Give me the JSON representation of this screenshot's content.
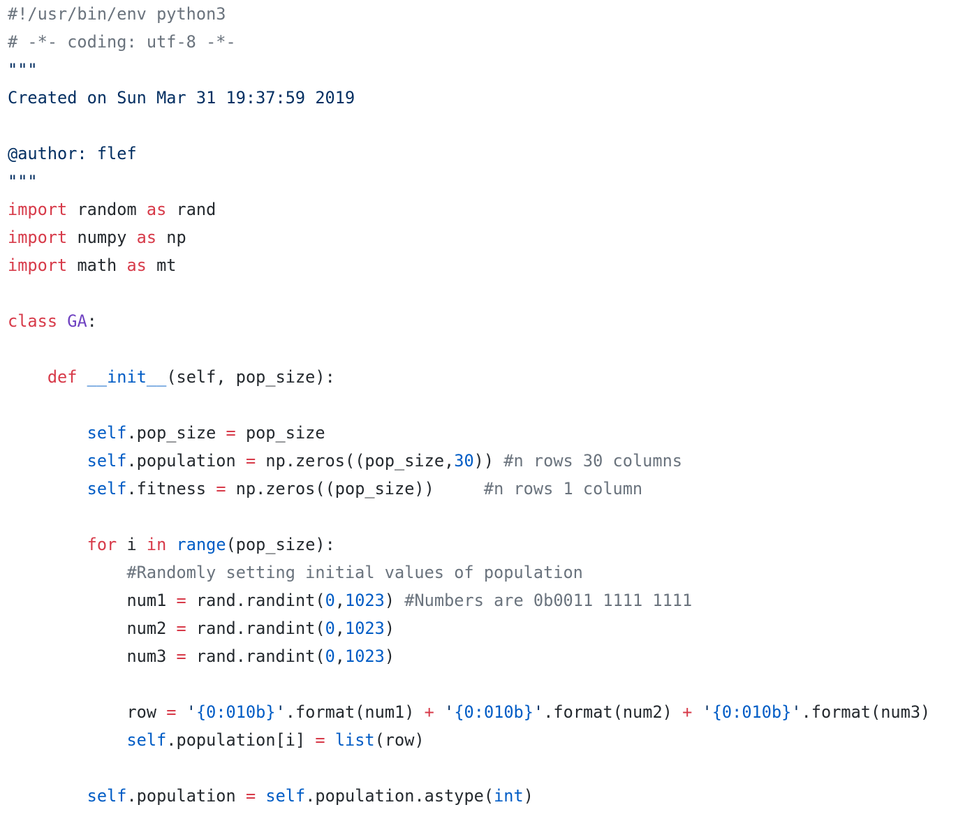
{
  "editor": {
    "colors": {
      "comment": "#6a737d",
      "keyword": "#d73a49",
      "string": "#032f62",
      "constant": "#005cc5",
      "entity": "#6f42c1",
      "text": "#24292e",
      "background": "#ffffff"
    },
    "lines": [
      [
        {
          "c": "c",
          "t": "#!/usr/bin/env python3"
        }
      ],
      [
        {
          "c": "c",
          "t": "# -*- coding: utf-8 -*-"
        }
      ],
      [
        {
          "c": "s",
          "t": "\"\"\""
        }
      ],
      [
        {
          "c": "s",
          "t": "Created on Sun Mar 31 19:37:59 2019"
        }
      ],
      [],
      [
        {
          "c": "s",
          "t": "@author: flef"
        }
      ],
      [
        {
          "c": "s",
          "t": "\"\"\""
        }
      ],
      [
        {
          "c": "k",
          "t": "import"
        },
        {
          "c": "t",
          "t": " random "
        },
        {
          "c": "k",
          "t": "as"
        },
        {
          "c": "t",
          "t": " rand"
        }
      ],
      [
        {
          "c": "k",
          "t": "import"
        },
        {
          "c": "t",
          "t": " numpy "
        },
        {
          "c": "k",
          "t": "as"
        },
        {
          "c": "t",
          "t": " np"
        }
      ],
      [
        {
          "c": "k",
          "t": "import"
        },
        {
          "c": "t",
          "t": " math "
        },
        {
          "c": "k",
          "t": "as"
        },
        {
          "c": "t",
          "t": " mt"
        }
      ],
      [],
      [
        {
          "c": "k",
          "t": "class"
        },
        {
          "c": "t",
          "t": " "
        },
        {
          "c": "e",
          "t": "GA"
        },
        {
          "c": "t",
          "t": ":"
        }
      ],
      [],
      [
        {
          "c": "t",
          "t": "    "
        },
        {
          "c": "k",
          "t": "def"
        },
        {
          "c": "t",
          "t": " "
        },
        {
          "c": "n",
          "t": "__init__"
        },
        {
          "c": "t",
          "t": "(self, pop_size):"
        }
      ],
      [],
      [
        {
          "c": "t",
          "t": "        "
        },
        {
          "c": "n",
          "t": "self"
        },
        {
          "c": "t",
          "t": ".pop_size "
        },
        {
          "c": "k",
          "t": "="
        },
        {
          "c": "t",
          "t": " pop_size"
        }
      ],
      [
        {
          "c": "t",
          "t": "        "
        },
        {
          "c": "n",
          "t": "self"
        },
        {
          "c": "t",
          "t": ".population "
        },
        {
          "c": "k",
          "t": "="
        },
        {
          "c": "t",
          "t": " np.zeros((pop_size,"
        },
        {
          "c": "n",
          "t": "30"
        },
        {
          "c": "t",
          "t": ")) "
        },
        {
          "c": "c",
          "t": "#n rows 30 columns"
        }
      ],
      [
        {
          "c": "t",
          "t": "        "
        },
        {
          "c": "n",
          "t": "self"
        },
        {
          "c": "t",
          "t": ".fitness "
        },
        {
          "c": "k",
          "t": "="
        },
        {
          "c": "t",
          "t": " np.zeros((pop_size))     "
        },
        {
          "c": "c",
          "t": "#n rows 1 column"
        }
      ],
      [],
      [
        {
          "c": "t",
          "t": "        "
        },
        {
          "c": "k",
          "t": "for"
        },
        {
          "c": "t",
          "t": " i "
        },
        {
          "c": "k",
          "t": "in"
        },
        {
          "c": "t",
          "t": " "
        },
        {
          "c": "n",
          "t": "range"
        },
        {
          "c": "t",
          "t": "(pop_size):"
        }
      ],
      [
        {
          "c": "t",
          "t": "            "
        },
        {
          "c": "c",
          "t": "#Randomly setting initial values of population"
        }
      ],
      [
        {
          "c": "t",
          "t": "            num1 "
        },
        {
          "c": "k",
          "t": "="
        },
        {
          "c": "t",
          "t": " rand.randint("
        },
        {
          "c": "n",
          "t": "0"
        },
        {
          "c": "t",
          "t": ","
        },
        {
          "c": "n",
          "t": "1023"
        },
        {
          "c": "t",
          "t": ") "
        },
        {
          "c": "c",
          "t": "#Numbers are 0b0011 1111 1111"
        }
      ],
      [
        {
          "c": "t",
          "t": "            num2 "
        },
        {
          "c": "k",
          "t": "="
        },
        {
          "c": "t",
          "t": " rand.randint("
        },
        {
          "c": "n",
          "t": "0"
        },
        {
          "c": "t",
          "t": ","
        },
        {
          "c": "n",
          "t": "1023"
        },
        {
          "c": "t",
          "t": ")"
        }
      ],
      [
        {
          "c": "t",
          "t": "            num3 "
        },
        {
          "c": "k",
          "t": "="
        },
        {
          "c": "t",
          "t": " rand.randint("
        },
        {
          "c": "n",
          "t": "0"
        },
        {
          "c": "t",
          "t": ","
        },
        {
          "c": "n",
          "t": "1023"
        },
        {
          "c": "t",
          "t": ")"
        }
      ],
      [],
      [
        {
          "c": "t",
          "t": "            row "
        },
        {
          "c": "k",
          "t": "="
        },
        {
          "c": "t",
          "t": " "
        },
        {
          "c": "s",
          "t": "'"
        },
        {
          "c": "n",
          "t": "{0:010b}"
        },
        {
          "c": "s",
          "t": "'"
        },
        {
          "c": "t",
          "t": ".format(num1) "
        },
        {
          "c": "k",
          "t": "+"
        },
        {
          "c": "t",
          "t": " "
        },
        {
          "c": "s",
          "t": "'"
        },
        {
          "c": "n",
          "t": "{0:010b}"
        },
        {
          "c": "s",
          "t": "'"
        },
        {
          "c": "t",
          "t": ".format(num2) "
        },
        {
          "c": "k",
          "t": "+"
        },
        {
          "c": "t",
          "t": " "
        },
        {
          "c": "s",
          "t": "'"
        },
        {
          "c": "n",
          "t": "{0:010b}"
        },
        {
          "c": "s",
          "t": "'"
        },
        {
          "c": "t",
          "t": ".format(num3)"
        }
      ],
      [
        {
          "c": "t",
          "t": "            "
        },
        {
          "c": "n",
          "t": "self"
        },
        {
          "c": "t",
          "t": ".population[i] "
        },
        {
          "c": "k",
          "t": "="
        },
        {
          "c": "t",
          "t": " "
        },
        {
          "c": "n",
          "t": "list"
        },
        {
          "c": "t",
          "t": "(row)"
        }
      ],
      [],
      [
        {
          "c": "t",
          "t": "        "
        },
        {
          "c": "n",
          "t": "self"
        },
        {
          "c": "t",
          "t": ".population "
        },
        {
          "c": "k",
          "t": "="
        },
        {
          "c": "t",
          "t": " "
        },
        {
          "c": "n",
          "t": "self"
        },
        {
          "c": "t",
          "t": ".population.astype("
        },
        {
          "c": "n",
          "t": "int"
        },
        {
          "c": "t",
          "t": ")"
        }
      ]
    ]
  }
}
